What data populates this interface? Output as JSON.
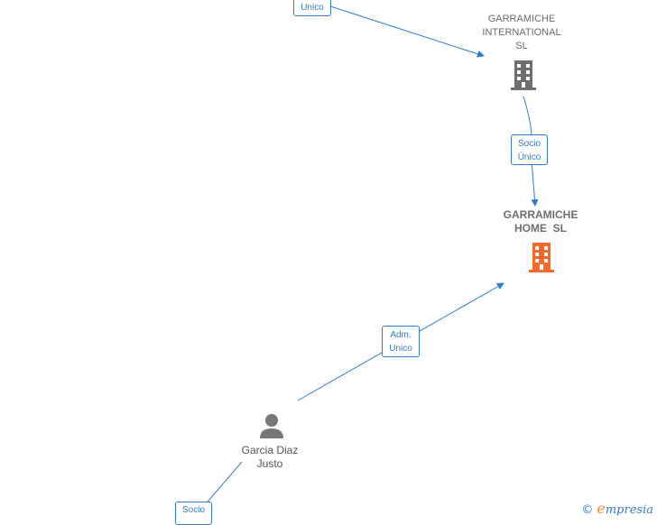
{
  "nodes": {
    "international": {
      "line1": "GARRAMICHE",
      "line2": "INTERNATIONAL",
      "line3": "SL"
    },
    "home": {
      "line1": "GARRAMICHE",
      "line2": "HOME  SL"
    },
    "person": {
      "line1": "Garcia Diaz",
      "line2": "Justo"
    }
  },
  "edges": {
    "top": {
      "line1": "Unico"
    },
    "socio_unico": {
      "line1": "Socio",
      "line2": "Único"
    },
    "adm_unico": {
      "line1": "Adm.",
      "line2": "Unico"
    },
    "bottom": {
      "line1": "Socio"
    }
  },
  "colors": {
    "edge": "#2f7ad1",
    "company_icon": "#6e6e6e",
    "primary_company_icon": "#f26a2c",
    "person_icon": "#777777"
  },
  "brand": {
    "copyright": "©",
    "e": "e",
    "rest": "mpresia"
  }
}
